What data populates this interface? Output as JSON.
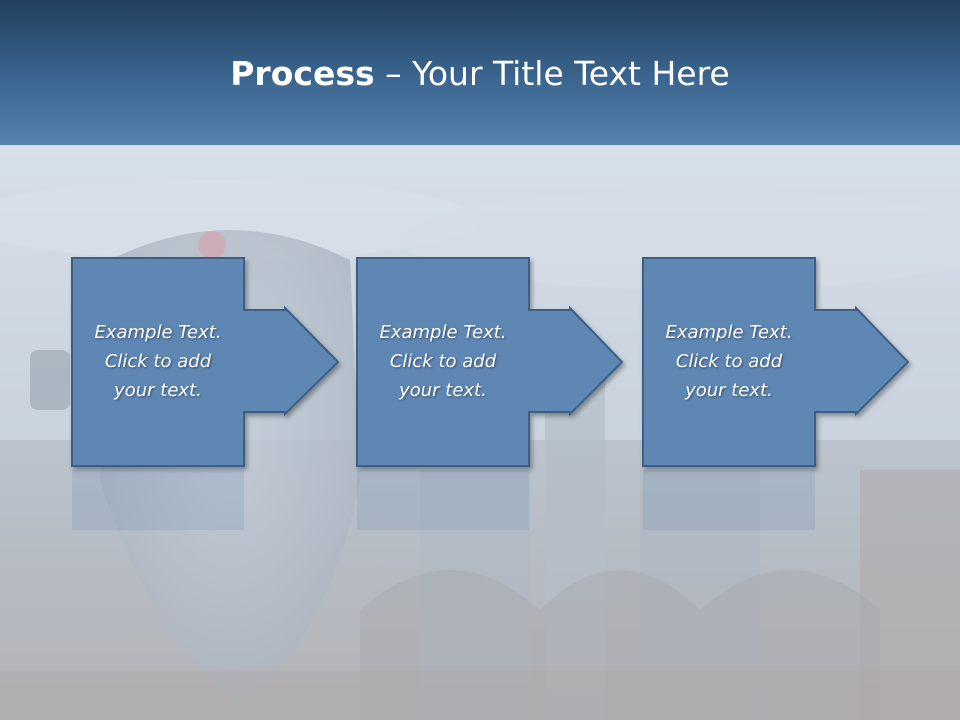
{
  "slide": {
    "title_bold": "Process",
    "title_rest": " – Your Title Text Here"
  },
  "steps": [
    {
      "text": "Example Text.\nClick  to add\nyour text."
    },
    {
      "text": "Example Text.\nClick  to add\nyour text."
    },
    {
      "text": "Example Text.\nClick  to add\nyour text."
    }
  ],
  "colors": {
    "header_top": "#23405e",
    "header_bottom": "#5582af",
    "box_fill": "#5f87b4",
    "box_stroke": "#3d5f86"
  }
}
